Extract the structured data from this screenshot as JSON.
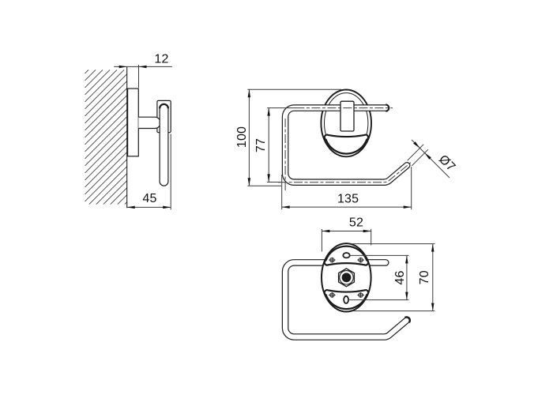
{
  "document": {
    "type": "technical-dimension-drawing",
    "subject": "wall-mounted toilet paper holder",
    "background": "#ffffff",
    "line_color": "#1c1c1c",
    "views": [
      {
        "id": "side-view",
        "description": "side elevation on hatched wall"
      },
      {
        "id": "front-view",
        "description": "front elevation with roll frame and rosette"
      },
      {
        "id": "mounting-view",
        "description": "mounting face with screws and hex nut"
      }
    ]
  },
  "dimensions": {
    "plate_thickness": "12",
    "wall_projection": "45",
    "total_height": "100",
    "bar_to_bottom": "77",
    "frame_width": "135",
    "wire_diameter": "Ø7",
    "rosette_width": "52",
    "hole_spacing": "46",
    "rosette_height": "70"
  }
}
